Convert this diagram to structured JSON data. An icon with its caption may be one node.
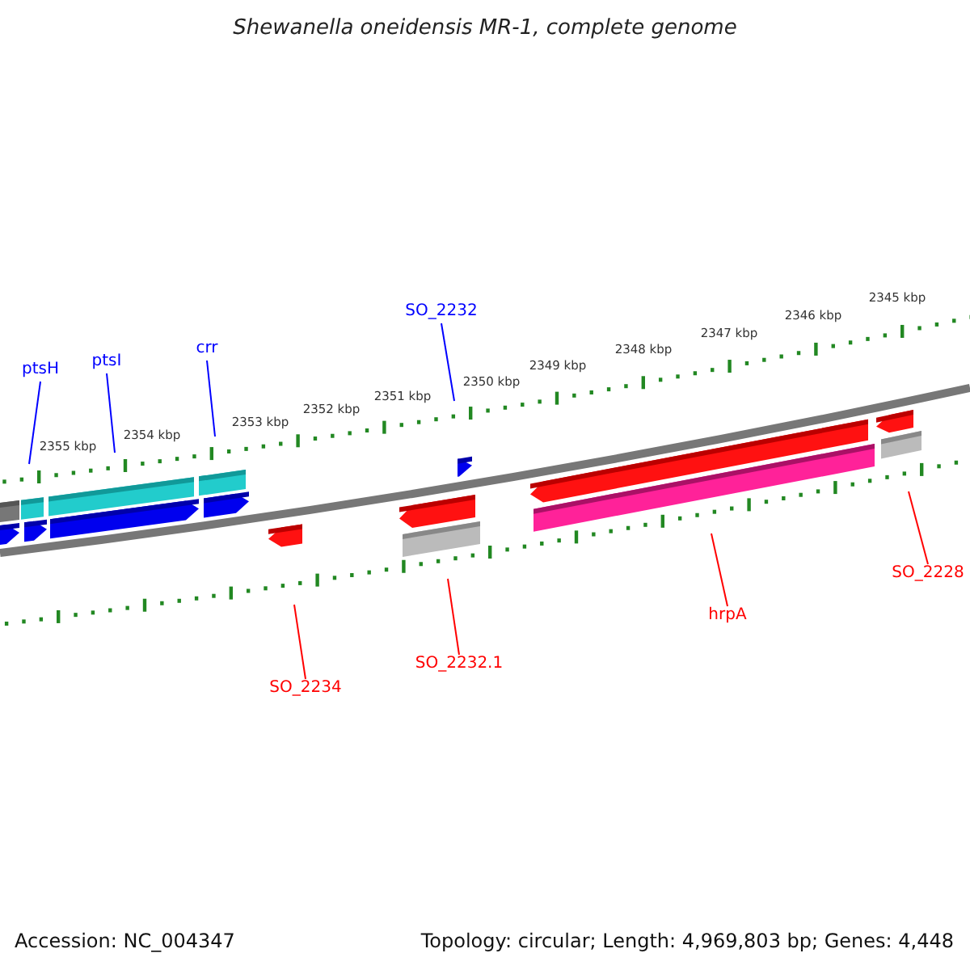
{
  "diagram": {
    "title": "Shewanella oneidensis MR-1, complete genome",
    "nodes": [
      {
        "text": [
          "ptsH"
        ]
      },
      {
        "text": [
          "ptsI"
        ]
      },
      {
        "text": [
          "crr"
        ]
      },
      {
        "text": [
          "SO_2232"
        ]
      },
      {
        "text": [
          "SO_2234"
        ]
      },
      {
        "text": [
          "SO_2232.1"
        ]
      },
      {
        "text": [
          "hrpA"
        ]
      },
      {
        "text": [
          "SO_2228"
        ]
      }
    ],
    "edges": [
      {
        "from": 0,
        "to": null,
        "arrow": "none"
      },
      {
        "from": 1,
        "to": null,
        "arrow": "none"
      },
      {
        "from": 2,
        "to": null,
        "arrow": "none"
      },
      {
        "from": 3,
        "to": null,
        "arrow": "none"
      },
      {
        "from": 4,
        "to": null,
        "arrow": "none",
        "color": "#ff0000"
      },
      {
        "from": 5,
        "to": null,
        "arrow": "none",
        "color": "#ff0000"
      },
      {
        "from": 6,
        "to": null,
        "arrow": "none",
        "color": "#ff0000"
      },
      {
        "from": 7,
        "to": null,
        "arrow": "none",
        "color": "#ff0000"
      }
    ],
    "labels": [
      "2355 kbp",
      "2354 kbp",
      "2353 kbp",
      "2352 kbp",
      "2351 kbp",
      "2350 kbp",
      "2349 kbp",
      "2348 kbp",
      "2347 kbp",
      "2346 kbp",
      "2345 kbp",
      "Accession: NC_004347",
      "Topology: circular; Length: 4,969,803 bp; Genes: 4,448"
    ]
  }
}
